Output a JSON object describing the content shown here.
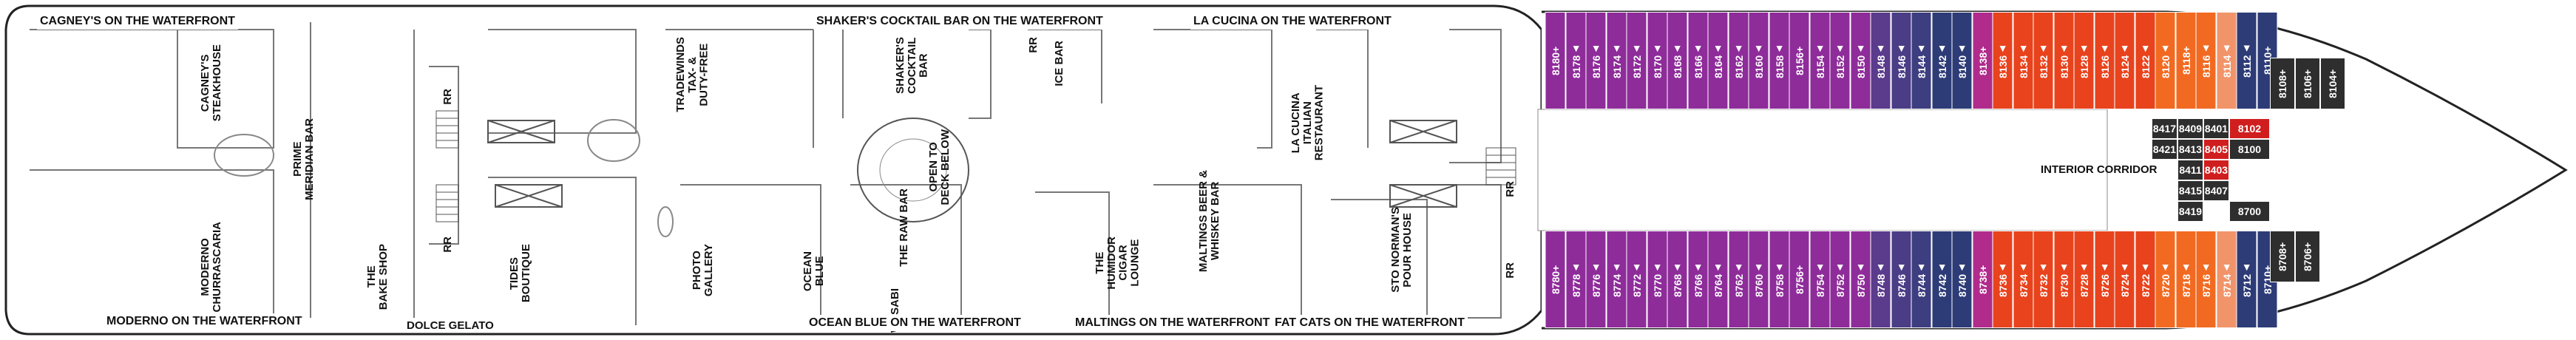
{
  "colors": {
    "hull_outline": "#222222",
    "purple": "#8e2c9a",
    "magenta": "#b02b8c",
    "navy": "#2d3c77",
    "orange_red": "#e8431d",
    "orange": "#f26a21",
    "salmon": "#f2946a",
    "dark_suite": "#2e2e2e",
    "red_suite": "#d01e1e"
  },
  "venues": {
    "cagneys_wf": "CAGNEY'S ON THE WATERFRONT",
    "cagneys": "CAGNEY'S\nSTEAKHOUSE",
    "prime": "PRIME\nMERIDIAN BAR",
    "moderno": "MODERNO\nCHURRASCARIA",
    "moderno_wf": "MODERNO ON THE WATERFRONT",
    "bake_shop": "THE\nBAKE SHOP",
    "dolce": "DOLCE GELATO",
    "tides": "TIDES\nBOUTIQUE",
    "photo": "PHOTO\nGALLERY",
    "tradewinds": "TRADEWINDS\nTAX- &\nDUTY-FREE",
    "shakers_wf": "SHAKER'S COCKTAIL BAR ON THE WATERFRONT",
    "shakers": "SHAKER'S\nCOCKTAIL\nBAR",
    "ice_bar": "ICE BAR",
    "open_deck": "OPEN TO\nDECK BELOW",
    "raw_bar": "THE RAW BAR",
    "ocean_blue": "OCEAN\nBLUE",
    "wasabi": "WASABI",
    "ocean_blue_wf": "OCEAN BLUE ON THE WATERFRONT",
    "la_cucina_wf": "LA CUCINA ON THE WATERFRONT",
    "la_cucina": "LA CUCINA\nITALIAN\nRESTAURANT",
    "maltings": "MALTINGS BEER &\nWHISKEY BAR",
    "humidor": "THE\nHUMIDOR\nCIGAR\nLOUNGE",
    "maltings_wf": "MALTINGS ON THE WATERFRONT",
    "fatcats_wf": "FAT CATS ON THE WATERFRONT",
    "sto": "STO NORMAN'S\nPOUR HOUSE",
    "interior_corridor": "INTERIOR CORRIDOR",
    "rr": "RR"
  },
  "cabins_top": [
    {
      "n": "8180+",
      "c": "#8e2c9a"
    },
    {
      "n": "8178▲",
      "c": "#8e2c9a"
    },
    {
      "n": "8176▲",
      "c": "#8e2c9a"
    },
    {
      "n": "8174▲",
      "c": "#8e2c9a"
    },
    {
      "n": "8172▲",
      "c": "#8e2c9a"
    },
    {
      "n": "8170▲",
      "c": "#8e2c9a"
    },
    {
      "n": "8168▲",
      "c": "#8e2c9a"
    },
    {
      "n": "8166▲",
      "c": "#8e2c9a"
    },
    {
      "n": "8164▲",
      "c": "#8e2c9a"
    },
    {
      "n": "8162▲",
      "c": "#8e2c9a"
    },
    {
      "n": "8160▲",
      "c": "#8e2c9a"
    },
    {
      "n": "8158▲",
      "c": "#8e2c9a"
    },
    {
      "n": "8156+",
      "c": "#8e2c9a"
    },
    {
      "n": "8154▲",
      "c": "#8e2c9a"
    },
    {
      "n": "8152▲",
      "c": "#8e2c9a"
    },
    {
      "n": "8150▲",
      "c": "#8e2c9a"
    },
    {
      "n": "8148▲",
      "c": "#5a3b8c"
    },
    {
      "n": "8146▲",
      "c": "#4a3d86"
    },
    {
      "n": "8144▲",
      "c": "#3d3e80"
    },
    {
      "n": "8142▲",
      "c": "#2d3c77"
    },
    {
      "n": "8140▲",
      "c": "#2d3c77"
    },
    {
      "n": "8138+",
      "c": "#b02b8c"
    },
    {
      "n": "8136▲",
      "c": "#e8431d"
    },
    {
      "n": "8134▲",
      "c": "#e8431d"
    },
    {
      "n": "8132▲",
      "c": "#e8431d"
    },
    {
      "n": "8130▲",
      "c": "#e8431d"
    },
    {
      "n": "8128▲",
      "c": "#e8431d"
    },
    {
      "n": "8126▲",
      "c": "#e8431d"
    },
    {
      "n": "8124▲",
      "c": "#e8431d"
    },
    {
      "n": "8122▲",
      "c": "#e8431d"
    },
    {
      "n": "8120▲",
      "c": "#f26a21"
    },
    {
      "n": "8118+",
      "c": "#f26a21"
    },
    {
      "n": "8116▲",
      "c": "#f26a21"
    },
    {
      "n": "8114▲",
      "c": "#f2946a"
    },
    {
      "n": "8112▲",
      "c": "#2d3c77"
    },
    {
      "n": "8110+",
      "c": "#2d3c77"
    }
  ],
  "cabins_bottom": [
    {
      "n": "8780+",
      "c": "#8e2c9a"
    },
    {
      "n": "8778▲",
      "c": "#8e2c9a"
    },
    {
      "n": "8776▲",
      "c": "#8e2c9a"
    },
    {
      "n": "8774▲",
      "c": "#8e2c9a"
    },
    {
      "n": "8772▲",
      "c": "#8e2c9a"
    },
    {
      "n": "8770▲",
      "c": "#8e2c9a"
    },
    {
      "n": "8768▲",
      "c": "#8e2c9a"
    },
    {
      "n": "8766▲",
      "c": "#8e2c9a"
    },
    {
      "n": "8764▲",
      "c": "#8e2c9a"
    },
    {
      "n": "8762▲",
      "c": "#8e2c9a"
    },
    {
      "n": "8760▲",
      "c": "#8e2c9a"
    },
    {
      "n": "8758▲",
      "c": "#8e2c9a"
    },
    {
      "n": "8756+",
      "c": "#8e2c9a"
    },
    {
      "n": "8754▲",
      "c": "#8e2c9a"
    },
    {
      "n": "8752▲",
      "c": "#8e2c9a"
    },
    {
      "n": "8750▲",
      "c": "#8e2c9a"
    },
    {
      "n": "8748▲",
      "c": "#5a3b8c"
    },
    {
      "n": "8746▲",
      "c": "#4a3d86"
    },
    {
      "n": "8744▲",
      "c": "#3d3e80"
    },
    {
      "n": "8742▲",
      "c": "#2d3c77"
    },
    {
      "n": "8740▲",
      "c": "#2d3c77"
    },
    {
      "n": "8738+",
      "c": "#b02b8c"
    },
    {
      "n": "8736▲",
      "c": "#e8431d"
    },
    {
      "n": "8734▲",
      "c": "#e8431d"
    },
    {
      "n": "8732▲",
      "c": "#e8431d"
    },
    {
      "n": "8730▲",
      "c": "#e8431d"
    },
    {
      "n": "8728▲",
      "c": "#e8431d"
    },
    {
      "n": "8726▲",
      "c": "#e8431d"
    },
    {
      "n": "8724▲",
      "c": "#e8431d"
    },
    {
      "n": "8722▲",
      "c": "#e8431d"
    },
    {
      "n": "8720▲",
      "c": "#f26a21"
    },
    {
      "n": "8718▲",
      "c": "#f26a21"
    },
    {
      "n": "8716▲",
      "c": "#f26a21"
    },
    {
      "n": "8714▲",
      "c": "#f2946a"
    },
    {
      "n": "8712▲",
      "c": "#2d3c77"
    },
    {
      "n": "8710+",
      "c": "#2d3c77"
    }
  ],
  "bow_top": [
    "8108+",
    "8106+",
    "8104+"
  ],
  "bow_bottom": [
    "8708+",
    "8706+"
  ],
  "interior_suites": [
    {
      "n": "8417",
      "red": false
    },
    {
      "n": "8409",
      "red": false
    },
    {
      "n": "8401",
      "red": false
    },
    {
      "n": "8102",
      "red": true
    },
    {
      "n": "8421",
      "red": false
    },
    {
      "n": "8413",
      "red": false
    },
    {
      "n": "8405",
      "red": true
    },
    {
      "n": "8100",
      "red": false
    },
    {
      "n": "8411",
      "red": false
    },
    {
      "n": "8403",
      "red": true
    },
    {
      "n": "8415",
      "red": false
    },
    {
      "n": "8407",
      "red": false
    },
    {
      "n": "8419",
      "red": false
    },
    {
      "n": "8700",
      "red": false
    }
  ]
}
